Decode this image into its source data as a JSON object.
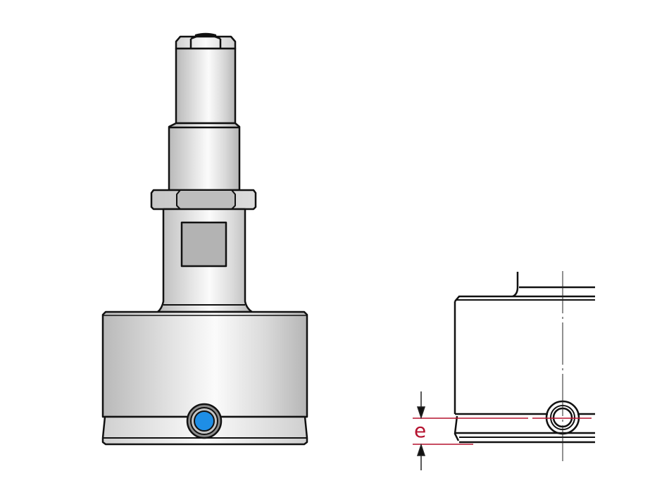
{
  "figure": {
    "description": "Technical drawing of a cylindrical sensor/fitting with side port",
    "views": [
      {
        "name": "front-view",
        "features": [
          "hex-top-cap",
          "upper-shaft",
          "step-shaft",
          "hex-nut",
          "square-window",
          "lower-neck",
          "main-body",
          "bottom-ring",
          "side-port"
        ]
      },
      {
        "name": "detail-section-view",
        "features": [
          "body-outline",
          "centerline",
          "side-port",
          "dimension-e"
        ]
      }
    ],
    "dimension": {
      "label": "e",
      "color": "#b5122f"
    },
    "colors": {
      "outline": "#111111",
      "body_shade_dark": "#b8b8b8",
      "body_shade_light": "#f6f6f6",
      "window_fill": "#b3b3b3",
      "port_fill": "#1e8ee6",
      "dim_line": "#b5122f"
    }
  }
}
